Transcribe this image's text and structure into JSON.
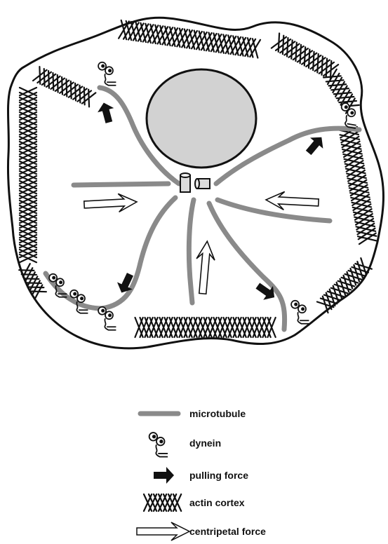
{
  "colors": {
    "outline": "#111111",
    "microtubule": "#8a8a8a",
    "nucleus": "#d2d2d2",
    "pulling_arrow": "#111111",
    "centripetal_arrow_fill": "#ffffff",
    "background": "#ffffff"
  },
  "legend": {
    "microtubule": "microtubule",
    "dynein": "dynein",
    "pulling_force": "pulling force",
    "actin_cortex": "actin cortex",
    "centripetal_force": "centripetal force"
  },
  "icons": [
    "microtubule-icon",
    "dynein-icon",
    "pulling-force-arrow-icon",
    "actin-cortex-icon",
    "centripetal-force-arrow-icon"
  ]
}
